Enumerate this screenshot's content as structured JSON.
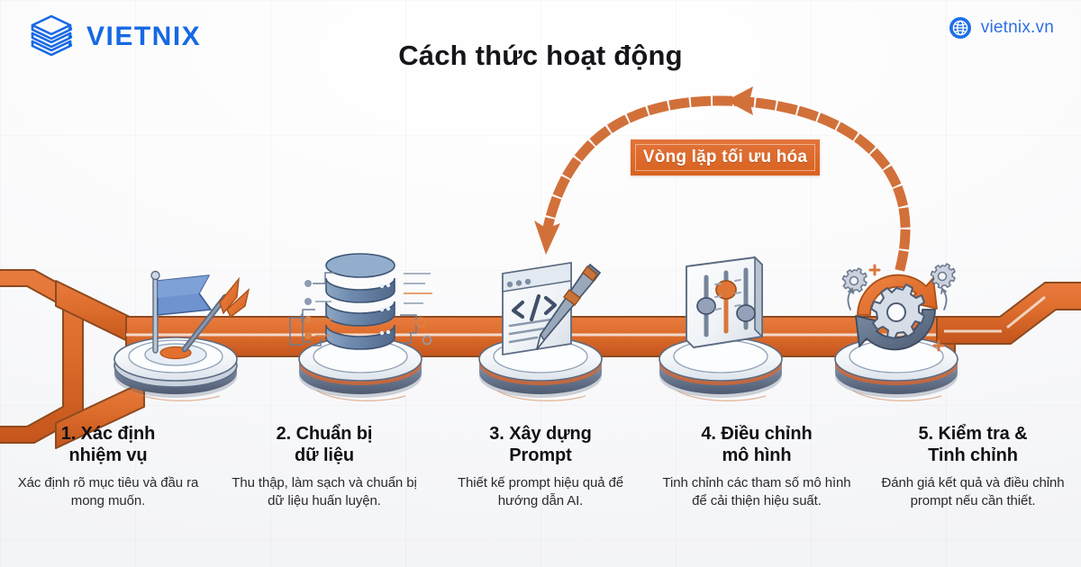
{
  "header": {
    "logo_text": "VIETNIX",
    "logo_icon": "stacked-layers-icon",
    "site_icon": "globe-icon",
    "site_url": "vietnix.vn",
    "title": "Cách thức hoạt động"
  },
  "loop": {
    "label": "Vòng lặp tối ưu hóa",
    "arrow_style": "dashed-arc",
    "arrow_color": "#d2703a"
  },
  "colors": {
    "brand_blue": "#1668e3",
    "link_blue": "#2f6fe0",
    "road_orange": "#e0702f",
    "road_orange_dark": "#b94e18",
    "accent_orange": "#e2702f",
    "icon_blue": "#6c8bb0",
    "icon_steel": "#54637a",
    "background": "#f7f7f9",
    "title_black": "#15151a"
  },
  "steps": [
    {
      "number": "1.",
      "title": "1. Xác định\nnhiệm vụ",
      "title_line1": "1. Xác định",
      "title_line2": "nhiệm vụ",
      "desc": "Xác định rõ mục tiêu và đầu ra mong muốn.",
      "icon": "flag-target-icon"
    },
    {
      "number": "2.",
      "title": "2. Chuẩn bị\ndữ liệu",
      "title_line1": "2. Chuẩn bị",
      "title_line2": "dữ liệu",
      "desc": "Thu thập, làm sạch và chuẩn bị dữ liệu huấn luyện.",
      "icon": "database-icon"
    },
    {
      "number": "3.",
      "title": "3. Xây dựng\nPrompt",
      "title_line1": "3. Xây dựng",
      "title_line2": "Prompt",
      "desc": "Thiết kế prompt hiệu quả để hướng dẫn AI.",
      "icon": "code-window-pen-icon"
    },
    {
      "number": "4.",
      "title": "4. Điều chỉnh\nmô hình",
      "title_line1": "4. Điều chỉnh",
      "title_line2": "mô hình",
      "desc": "Tinh chỉnh các tham số mô hình để cải thiện hiệu suất.",
      "icon": "sliders-panel-icon"
    },
    {
      "number": "5.",
      "title": "5. Kiểm tra &\nTinh chỉnh",
      "title_line1": "5. Kiểm tra &",
      "title_line2": "Tinh chỉnh",
      "desc": "Đánh giá kết quả và điều chỉnh prompt nếu cần thiết.",
      "icon": "refresh-gear-icon"
    }
  ]
}
